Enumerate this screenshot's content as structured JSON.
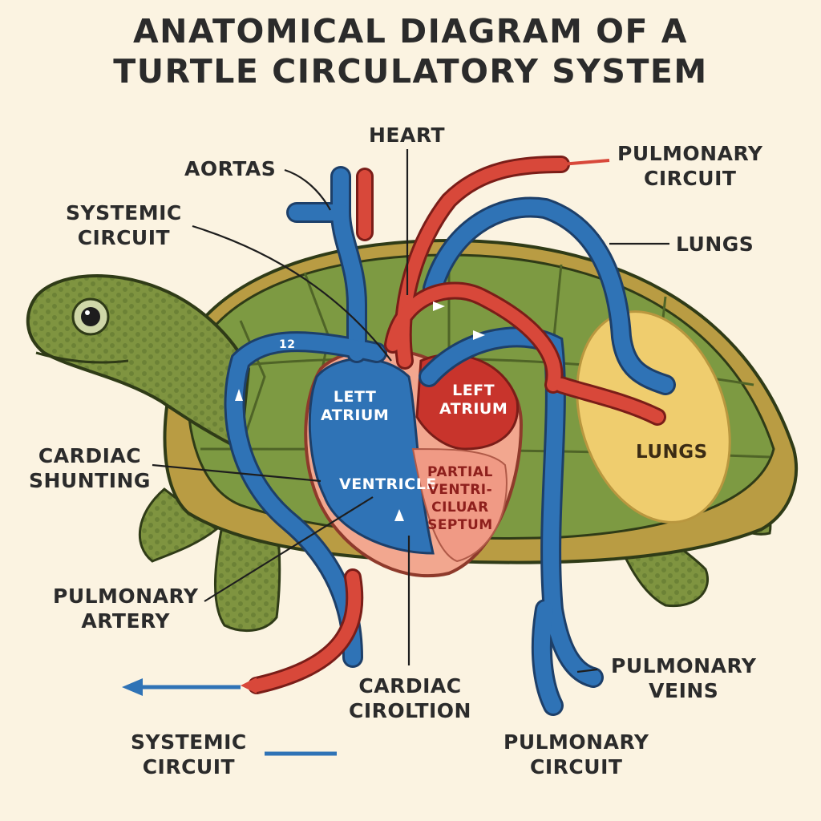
{
  "title": {
    "line1": "ANATOMICAL DIAGRAM OF A",
    "line2": "TURTLE CIRCULATORY SYSTEM"
  },
  "labels": {
    "aortas": "AORTAS",
    "heart": "HEART",
    "pulmonary_circuit_top": {
      "line1": "PULMONARY",
      "line2": "CIRCUIT"
    },
    "systemic_circuit_top": {
      "line1": "SYSTEMIC",
      "line2": "CIRCUIT"
    },
    "lungs_right": "LUNGS",
    "cardiac_shunting": {
      "line1": "CARDIAC",
      "line2": "SHUNTING"
    },
    "pulmonary_artery": {
      "line1": "PULMONARY",
      "line2": "ARTERY"
    },
    "cardiac_circulation": {
      "line1": "CARDIAC",
      "line2": "CIROLTION"
    },
    "pulmonary_veins": {
      "line1": "PULMONARY",
      "line2": "VEINS"
    },
    "systemic_circuit_bottom": {
      "line1": "SYSTEMIC",
      "line2": "CIRCUIT"
    },
    "pulmonary_circuit_bottom": {
      "line1": "PULMONARY",
      "line2": "CIRCUIT"
    }
  },
  "inner_labels": {
    "left_atrium_blue": {
      "line1": "LETT",
      "line2": "ATRIUM"
    },
    "left_atrium_red": {
      "line1": "LEFT",
      "line2": "ATRIUM"
    },
    "ventricle": "VENTRICLE",
    "septum": {
      "line1": "PARTIAL",
      "line2": "VENTRI-",
      "line3": "CILUAR",
      "line4": "SEPTUM"
    },
    "lungs_organ": "LUNGS",
    "vessel_mark": "12"
  },
  "colors": {
    "background": "#fbf3e1",
    "shell": "#7d9a42",
    "shell_rim": "#b99c43",
    "skin": "#7f9440",
    "oxygenated_red": "#d8483a",
    "deoxygenated_blue": "#2f73b6",
    "lungs": "#efcd6e",
    "septum": "#f2a78f"
  }
}
